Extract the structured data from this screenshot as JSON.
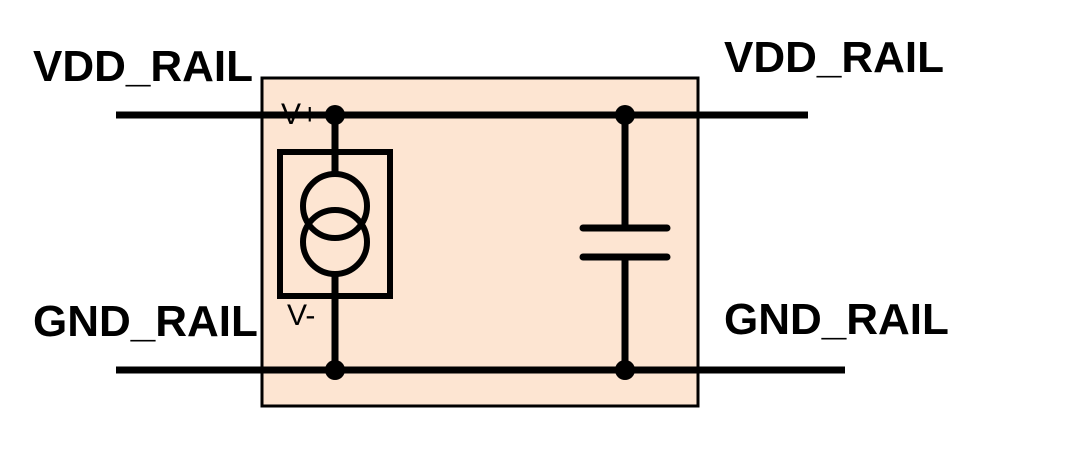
{
  "labels": {
    "vdd_left": "VDD_RAIL",
    "vdd_right": "VDD_RAIL",
    "gnd_left": "GND_RAIL",
    "gnd_right": "GND_RAIL",
    "v_plus": "V+",
    "v_minus": "V-"
  },
  "colors": {
    "block_fill": "#fde5d2",
    "block_stroke": "#000000",
    "wire": "#000000",
    "text": "#000000"
  }
}
